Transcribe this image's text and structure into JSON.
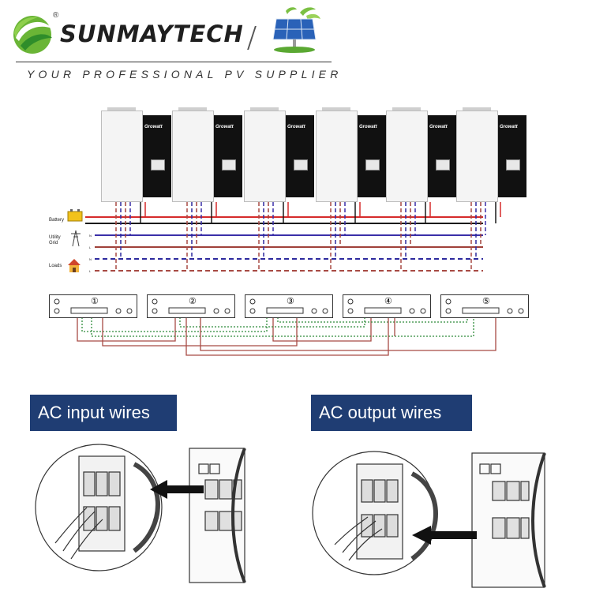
{
  "header": {
    "brand_name": "SUNMAYTECH",
    "registered_mark": "®",
    "tagline": "YOUR PROFESSIONAL PV SUPPLIER"
  },
  "inverters": {
    "brand_label": "Growatt",
    "count": 6
  },
  "legend": {
    "battery": "Battery",
    "utility_grid_line1": "Utility",
    "utility_grid_line2": "Grid",
    "loads": "Loads",
    "n_label": "N",
    "l_label": "L"
  },
  "bus_boxes": [
    "①",
    "②",
    "③",
    "④",
    "⑤"
  ],
  "callouts": {
    "input": "AC input wires",
    "output": "AC output wires"
  },
  "colors": {
    "battery_positive": "#d62b2b",
    "battery_negative": "#1a1a1a",
    "grid_n": "#3a2fa8",
    "grid_l": "#a0413a",
    "loads_n": "#2d2a9e",
    "loads_l": "#a84a44",
    "signal": "#2e8b3a",
    "callout_bg": "#1f3d73"
  }
}
